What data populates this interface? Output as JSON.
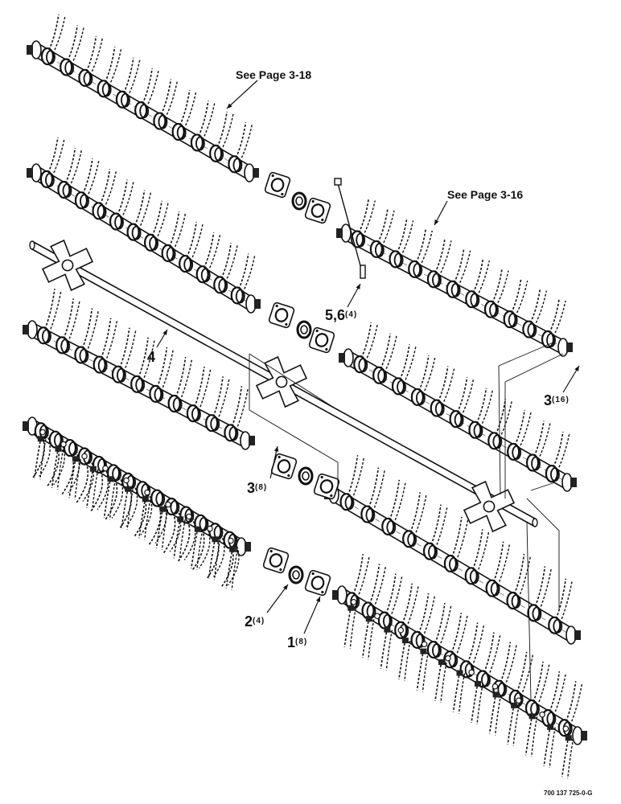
{
  "labels": {
    "see_page_top": "See Page 3-18",
    "see_page_mid": "See Page 3-16",
    "part_4": "4",
    "part_56": "5,6",
    "part_56_qty": "(4)",
    "part_3_right": "3",
    "part_3_right_qty": "(16)",
    "part_3_left": "3",
    "part_3_left_qty": "(8)",
    "part_2": "2",
    "part_2_qty": "(4)",
    "part_1": "1",
    "part_1_qty": "(8)"
  },
  "drawing_code": "700 137 725-0-G"
}
